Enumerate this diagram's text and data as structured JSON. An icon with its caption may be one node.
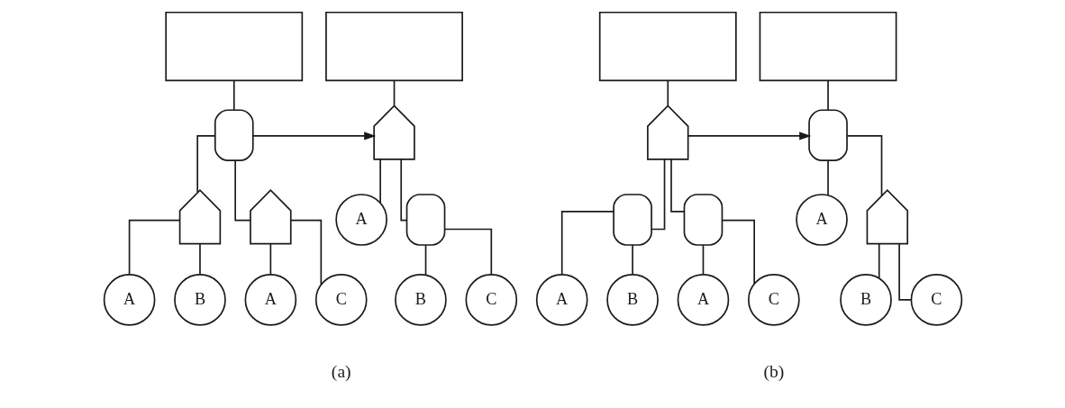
{
  "diagram": {
    "nodes": [
      {
        "text": [],
        "shape": "box"
      },
      {
        "text": [],
        "shape": "and-gate"
      },
      {
        "text": [],
        "shape": "or-gate"
      },
      {
        "text": [],
        "shape": "or-gate"
      },
      {
        "text": [
          "A"
        ]
      },
      {
        "text": [
          "B"
        ]
      },
      {
        "text": [
          "A"
        ]
      },
      {
        "text": [
          "C"
        ]
      },
      {
        "text": [],
        "shape": "box"
      },
      {
        "text": [],
        "shape": "or-gate"
      },
      {
        "text": [
          "A"
        ]
      },
      {
        "text": [],
        "shape": "and-gate"
      },
      {
        "text": [
          "B"
        ]
      },
      {
        "text": [
          "C"
        ]
      },
      {
        "text": [],
        "shape": "box"
      },
      {
        "text": [],
        "shape": "or-gate"
      },
      {
        "text": [],
        "shape": "and-gate"
      },
      {
        "text": [],
        "shape": "and-gate"
      },
      {
        "text": [
          "A"
        ]
      },
      {
        "text": [
          "B"
        ]
      },
      {
        "text": [
          "A"
        ]
      },
      {
        "text": [
          "C"
        ]
      },
      {
        "text": [],
        "shape": "box"
      },
      {
        "text": [],
        "shape": "and-gate"
      },
      {
        "text": [
          "A"
        ]
      },
      {
        "text": [],
        "shape": "or-gate"
      },
      {
        "text": [
          "B"
        ]
      },
      {
        "text": [
          "C"
        ]
      }
    ],
    "edges": [
      {
        "from": 0,
        "to": 1,
        "arrow": "none"
      },
      {
        "from": 1,
        "to": 2,
        "arrow": "none"
      },
      {
        "from": 1,
        "to": 3,
        "arrow": "none"
      },
      {
        "from": 2,
        "to": 4,
        "arrow": "none"
      },
      {
        "from": 2,
        "to": 5,
        "arrow": "none"
      },
      {
        "from": 3,
        "to": 6,
        "arrow": "none"
      },
      {
        "from": 3,
        "to": 7,
        "arrow": "none"
      },
      {
        "from": 1,
        "to": 9,
        "arrow": "to"
      },
      {
        "from": 8,
        "to": 9,
        "arrow": "none"
      },
      {
        "from": 9,
        "to": 10,
        "arrow": "none"
      },
      {
        "from": 9,
        "to": 11,
        "arrow": "none"
      },
      {
        "from": 11,
        "to": 12,
        "arrow": "none"
      },
      {
        "from": 11,
        "to": 13,
        "arrow": "none"
      },
      {
        "from": 14,
        "to": 15,
        "arrow": "none"
      },
      {
        "from": 15,
        "to": 16,
        "arrow": "none"
      },
      {
        "from": 15,
        "to": 17,
        "arrow": "none"
      },
      {
        "from": 16,
        "to": 18,
        "arrow": "none"
      },
      {
        "from": 16,
        "to": 19,
        "arrow": "none"
      },
      {
        "from": 17,
        "to": 20,
        "arrow": "none"
      },
      {
        "from": 17,
        "to": 21,
        "arrow": "none"
      },
      {
        "from": 15,
        "to": 23,
        "arrow": "to"
      },
      {
        "from": 22,
        "to": 23,
        "arrow": "none"
      },
      {
        "from": 23,
        "to": 24,
        "arrow": "none"
      },
      {
        "from": 23,
        "to": 25,
        "arrow": "none"
      },
      {
        "from": 25,
        "to": 26,
        "arrow": "none"
      },
      {
        "from": 25,
        "to": 27,
        "arrow": "none"
      }
    ],
    "labels": [
      "(a)",
      "(b)"
    ]
  }
}
